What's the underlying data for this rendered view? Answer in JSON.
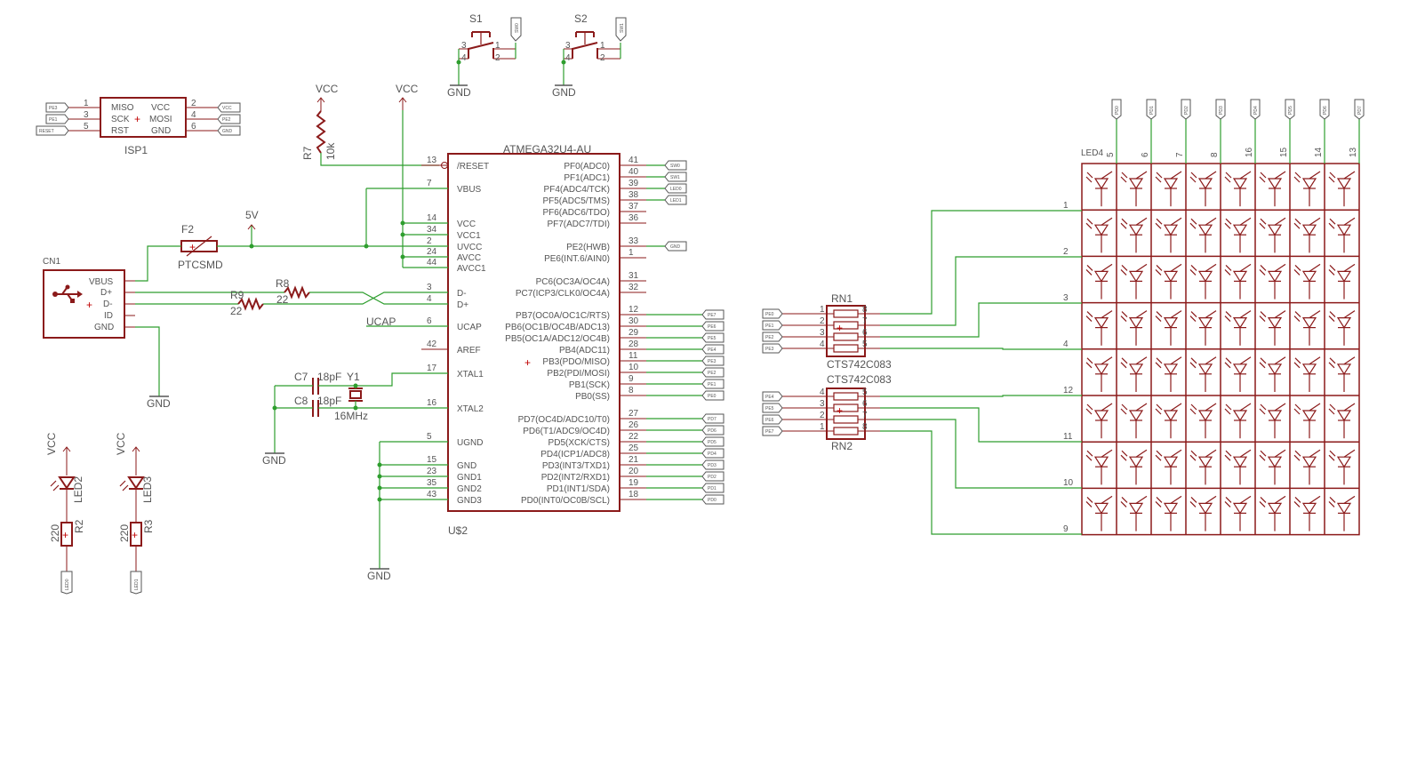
{
  "diagram": {
    "type": "electronic-schematic",
    "mcu": {
      "part": "ATMEGA32U4-AU",
      "ref": "U$2",
      "left_pins": [
        {
          "num": "13",
          "name": "/RESET"
        },
        {
          "num": "7",
          "name": "VBUS"
        },
        {
          "num": "14",
          "name": "VCC"
        },
        {
          "num": "34",
          "name": "VCC1"
        },
        {
          "num": "2",
          "name": "UVCC"
        },
        {
          "num": "24",
          "name": "AVCC"
        },
        {
          "num": "44",
          "name": "AVCC1"
        },
        {
          "num": "3",
          "name": "D-"
        },
        {
          "num": "4",
          "name": "D+"
        },
        {
          "num": "6",
          "name": "UCAP"
        },
        {
          "num": "42",
          "name": "AREF"
        },
        {
          "num": "17",
          "name": "XTAL1"
        },
        {
          "num": "16",
          "name": "XTAL2"
        },
        {
          "num": "5",
          "name": "UGND"
        },
        {
          "num": "15",
          "name": "GND"
        },
        {
          "num": "23",
          "name": "GND1"
        },
        {
          "num": "35",
          "name": "GND2"
        },
        {
          "num": "43",
          "name": "GND3"
        }
      ],
      "right_pins": [
        {
          "num": "41",
          "name": "PF0(ADC0)",
          "net": "SW0"
        },
        {
          "num": "40",
          "name": "PF1(ADC1)",
          "net": "SW1"
        },
        {
          "num": "39",
          "name": "PF4(ADC4/TCK)",
          "net": "LED0"
        },
        {
          "num": "38",
          "name": "PF5(ADC5/TMS)",
          "net": "LED1"
        },
        {
          "num": "37",
          "name": "PF6(ADC6/TDO)",
          "net": ""
        },
        {
          "num": "36",
          "name": "PF7(ADC7/TDI)",
          "net": ""
        },
        {
          "num": "33",
          "name": "PE2(HWB)",
          "net": "GND"
        },
        {
          "num": "1",
          "name": "PE6(INT.6/AIN0)",
          "net": ""
        },
        {
          "num": "31",
          "name": "PC6(OC3A/OC4A)",
          "net": ""
        },
        {
          "num": "32",
          "name": "PC7(ICP3/CLK0/OC4A)",
          "net": ""
        },
        {
          "num": "12",
          "name": "PB7(OC0A/OC1C/RTS)",
          "net": "PE7"
        },
        {
          "num": "30",
          "name": "PB6(OC1B/OC4B/ADC13)",
          "net": "PE6"
        },
        {
          "num": "29",
          "name": "PB5(OC1A/ADC12/OC4B)",
          "net": "PE5"
        },
        {
          "num": "28",
          "name": "PB4(ADC11)",
          "net": "PE4"
        },
        {
          "num": "11",
          "name": "PB3(PDO/MISO)",
          "net": "PE3"
        },
        {
          "num": "10",
          "name": "PB2(PDI/MOSI)",
          "net": "PE2"
        },
        {
          "num": "9",
          "name": "PB1(SCK)",
          "net": "PE1"
        },
        {
          "num": "8",
          "name": "PB0(SS)",
          "net": "PE0"
        },
        {
          "num": "27",
          "name": "PD7(OC4D/ADC10/T0)",
          "net": "PD7"
        },
        {
          "num": "26",
          "name": "PD6(T1/ADC9/OC4D)",
          "net": "PD6"
        },
        {
          "num": "22",
          "name": "PD5(XCK/CTS)",
          "net": "PD5"
        },
        {
          "num": "25",
          "name": "PD4(ICP1/ADC8)",
          "net": "PD4"
        },
        {
          "num": "21",
          "name": "PD3(INT3/TXD1)",
          "net": "PD3"
        },
        {
          "num": "20",
          "name": "PD2(INT2/RXD1)",
          "net": "PD2"
        },
        {
          "num": "19",
          "name": "PD1(INT1/SDA)",
          "net": "PD1"
        },
        {
          "num": "18",
          "name": "PD0(INT0/OC0B/SCL)",
          "net": "PD0"
        }
      ]
    },
    "isp": {
      "ref": "ISP1",
      "left": [
        {
          "num": "1",
          "name": "MISO",
          "net": "PE3"
        },
        {
          "num": "3",
          "name": "SCK",
          "net": "PE1"
        },
        {
          "num": "5",
          "name": "RST",
          "net": "RESET"
        }
      ],
      "right": [
        {
          "num": "2",
          "name": "VCC",
          "net": "VCC"
        },
        {
          "num": "4",
          "name": "MOSI",
          "net": "PE2"
        },
        {
          "num": "6",
          "name": "GND",
          "net": "GND"
        }
      ]
    },
    "switches": [
      {
        "ref": "S1",
        "net": "SW0",
        "p3": "3",
        "p1": "1",
        "p4": "4",
        "p2": "2",
        "gnd": "GND"
      },
      {
        "ref": "S2",
        "net": "SW1",
        "p3": "3",
        "p1": "1",
        "p4": "4",
        "p2": "2",
        "gnd": "GND"
      }
    ],
    "usb": {
      "ref": "CN1",
      "pins": [
        "VBUS",
        "D+",
        "D-",
        "ID",
        "GND"
      ],
      "gnd": "GND"
    },
    "fuse": {
      "ref": "F2",
      "value": "PTCSMD",
      "net": "5V"
    },
    "reset_resistor": {
      "ref": "R7",
      "value": "10k",
      "net": "VCC"
    },
    "vcc_label": "VCC",
    "usb_resistors": [
      {
        "ref": "R8",
        "value": "22"
      },
      {
        "ref": "R9",
        "value": "22"
      }
    ],
    "ucap": "UCAP",
    "crystal": {
      "ref": "Y1",
      "value": "16MHz",
      "caps": [
        {
          "ref": "C7",
          "value": "18pF"
        },
        {
          "ref": "C8",
          "value": "18pF"
        }
      ],
      "gnd": "GND"
    },
    "mcu_gnd": "GND",
    "status_leds": [
      {
        "ref": "LED2",
        "supply": "VCC",
        "resistor": "R2",
        "value": "220",
        "net": "LED0"
      },
      {
        "ref": "LED3",
        "supply": "VCC",
        "resistor": "R3",
        "value": "220",
        "net": "LED1"
      }
    ],
    "resistor_networks": [
      {
        "ref": "RN1",
        "part": "CTS742C083",
        "in_nets": [
          "PE0",
          "PE1",
          "PE2",
          "PE3"
        ],
        "left_pins": [
          "1",
          "2",
          "3",
          "4"
        ],
        "right_pins": [
          "8",
          "7",
          "6",
          "5"
        ]
      },
      {
        "ref": "RN2",
        "part": "CTS742C083",
        "in_nets": [
          "PE4",
          "PE5",
          "PE6",
          "PE7"
        ],
        "left_pins": [
          "4",
          "3",
          "2",
          "1"
        ],
        "right_pins": [
          "5",
          "6",
          "7",
          "8"
        ]
      }
    ],
    "led_matrix": {
      "ref": "LED4",
      "columns": [
        {
          "net": "PD0",
          "pin": "5"
        },
        {
          "net": "PD1",
          "pin": "6"
        },
        {
          "net": "PD2",
          "pin": "7"
        },
        {
          "net": "PD3",
          "pin": "8"
        },
        {
          "net": "PD4",
          "pin": "16"
        },
        {
          "net": "PD5",
          "pin": "15"
        },
        {
          "net": "PD6",
          "pin": "14"
        },
        {
          "net": "PD7",
          "pin": "13"
        }
      ],
      "row_pins": [
        "1",
        "2",
        "3",
        "4",
        "12",
        "11",
        "10",
        "9"
      ]
    }
  }
}
